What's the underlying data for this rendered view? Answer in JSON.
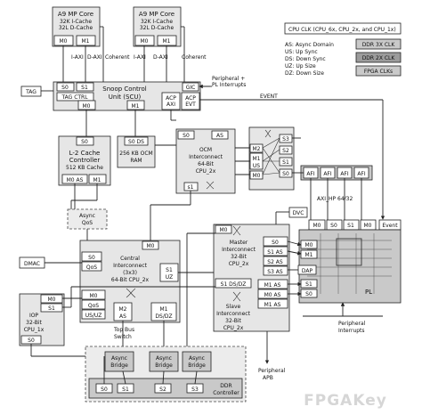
{
  "cores": [
    {
      "title": "A9 MP Core",
      "cache1": "32K I-Cache",
      "cache2": "32L D-Cache",
      "m0": "M0",
      "m1": "M1",
      "iaxi": "I-AXI",
      "daxi": "D-AXI",
      "coherent": "Coherent"
    },
    {
      "title": "A9 MP Core",
      "cache1": "32K I-Cache",
      "cache2": "32L D-Cache",
      "m0": "M0",
      "m1": "M1",
      "iaxi": "I-AXI",
      "daxi": "D-AXI",
      "coherent": "Coherent"
    }
  ],
  "scu": {
    "title1": "Snoop Control",
    "title2": "Unit (SCU)",
    "s0": "S0",
    "s1": "S1",
    "tagctrl": "TAG CTRL",
    "gic": "GIC",
    "acpaxi1": "ACP",
    "acpaxi2": "AXI",
    "acpevt1": "ACP",
    "acpevt2": "EVT",
    "m0": "M0",
    "m1": "M1"
  },
  "tag": "TAG",
  "peripheral_interrupts": {
    "line1": "Peripheral +",
    "line2": "PL Interrupts"
  },
  "event": "EVENT",
  "l2": {
    "s0": "S0",
    "t1": "L-2 Cache",
    "t2": "Controller",
    "t3": "512 KB Cache",
    "m0as": "M0 AS",
    "m1": "M1"
  },
  "ocmram": {
    "s0ds": "S0 DS",
    "t1": "256 KB OCM",
    "t2": "RAM"
  },
  "ocm": {
    "s0": "S0",
    "as": "AS",
    "t1": "OCM",
    "t2": "Interconnect",
    "t3": "64-Bit",
    "t4": "CPU_2x",
    "s1": "s1"
  },
  "xbar": {
    "m2": "M2",
    "m1": "M1",
    "us": "US",
    "m0": "M0",
    "s3": "S3",
    "s2": "S2",
    "s1": "S1",
    "s0": "S0"
  },
  "afi": [
    "AFI",
    "AFI",
    "AFI",
    "AFI"
  ],
  "axihp": "AXI_HP 64/32",
  "legend": {
    "cpuclk": "CPU CLK (CPU_6x, CPU_2x, and CPU_1x)",
    "as": "AS: Async Domain",
    "us": "US: Up Sync",
    "ds": "DS: Down Sync",
    "uz": "UZ: Up Size",
    "dz": "DZ: Down Size",
    "ddr3x": "DDR 3X CLK",
    "ddr2x": "DDR 2X CLK",
    "fpga": "FPGA CLKs"
  },
  "dvc": "DVC",
  "plm": {
    "m0a": "M0",
    "s0": "S0",
    "s1": "S1",
    "m0b": "M0",
    "event": "Event"
  },
  "asyncqos": {
    "t1": "Async",
    "t2": "QoS"
  },
  "central": {
    "m0": "M0",
    "s0": "S0",
    "qos": "QoS",
    "t1": "Central",
    "t2": "Interconnect",
    "t3": "(3x3)",
    "t4": "64-Bit CPU_2x",
    "s1": "S1",
    "uz": "UZ",
    "m0b": "M0",
    "qos2": "QoS",
    "usuz": "US/UZ",
    "m2": "M2",
    "as": "AS",
    "m1": "M1",
    "dsdz": "DS/DZ",
    "topbus1": "Top Bus",
    "topbus2": "Switch"
  },
  "dmac": "DMAC",
  "master": {
    "m0": "M0",
    "t1": "Master",
    "t2": "Interconnect",
    "t3": "32-Bit",
    "t4": "CPU_2x",
    "s0": "S0",
    "s1as": "S1 AS",
    "s2as": "S2 AS",
    "s3as": "S3 AS",
    "dap": "DAP",
    "s1dsdz": "S1 DS/DZ",
    "m1as": "M1 AS",
    "m0as": "M0 AS",
    "m1as2": "M1 AS"
  },
  "pl_ports": {
    "m0": "M0",
    "m1": "M1",
    "s1": "S1",
    "s0": "S0"
  },
  "pl": "PL",
  "slave": {
    "t1": "Slave",
    "t2": "Interconnect",
    "t3": "32-Bit",
    "t4": "CPU_2x"
  },
  "iop": {
    "m0": "M0",
    "s1": "S1",
    "t1": "IOP",
    "t2": "32-Bit",
    "t3": "CPU_1x",
    "s0": "S0"
  },
  "peripheral_apb": {
    "line1": "Peripheral",
    "line2": "APB"
  },
  "peripheral_int": {
    "line1": "Peripheral",
    "line2": "Interrupts"
  },
  "bridges": [
    {
      "t1": "Async",
      "t2": "Bridge"
    },
    {
      "t1": "Async",
      "t2": "Bridge"
    },
    {
      "t1": "Async",
      "t2": "Bridge"
    }
  ],
  "ddr": {
    "s0": "S0",
    "s1": "S1",
    "s2": "S2",
    "s3": "S3",
    "t1": "DDR",
    "t2": "Controller"
  },
  "watermark": "FPGAKey"
}
